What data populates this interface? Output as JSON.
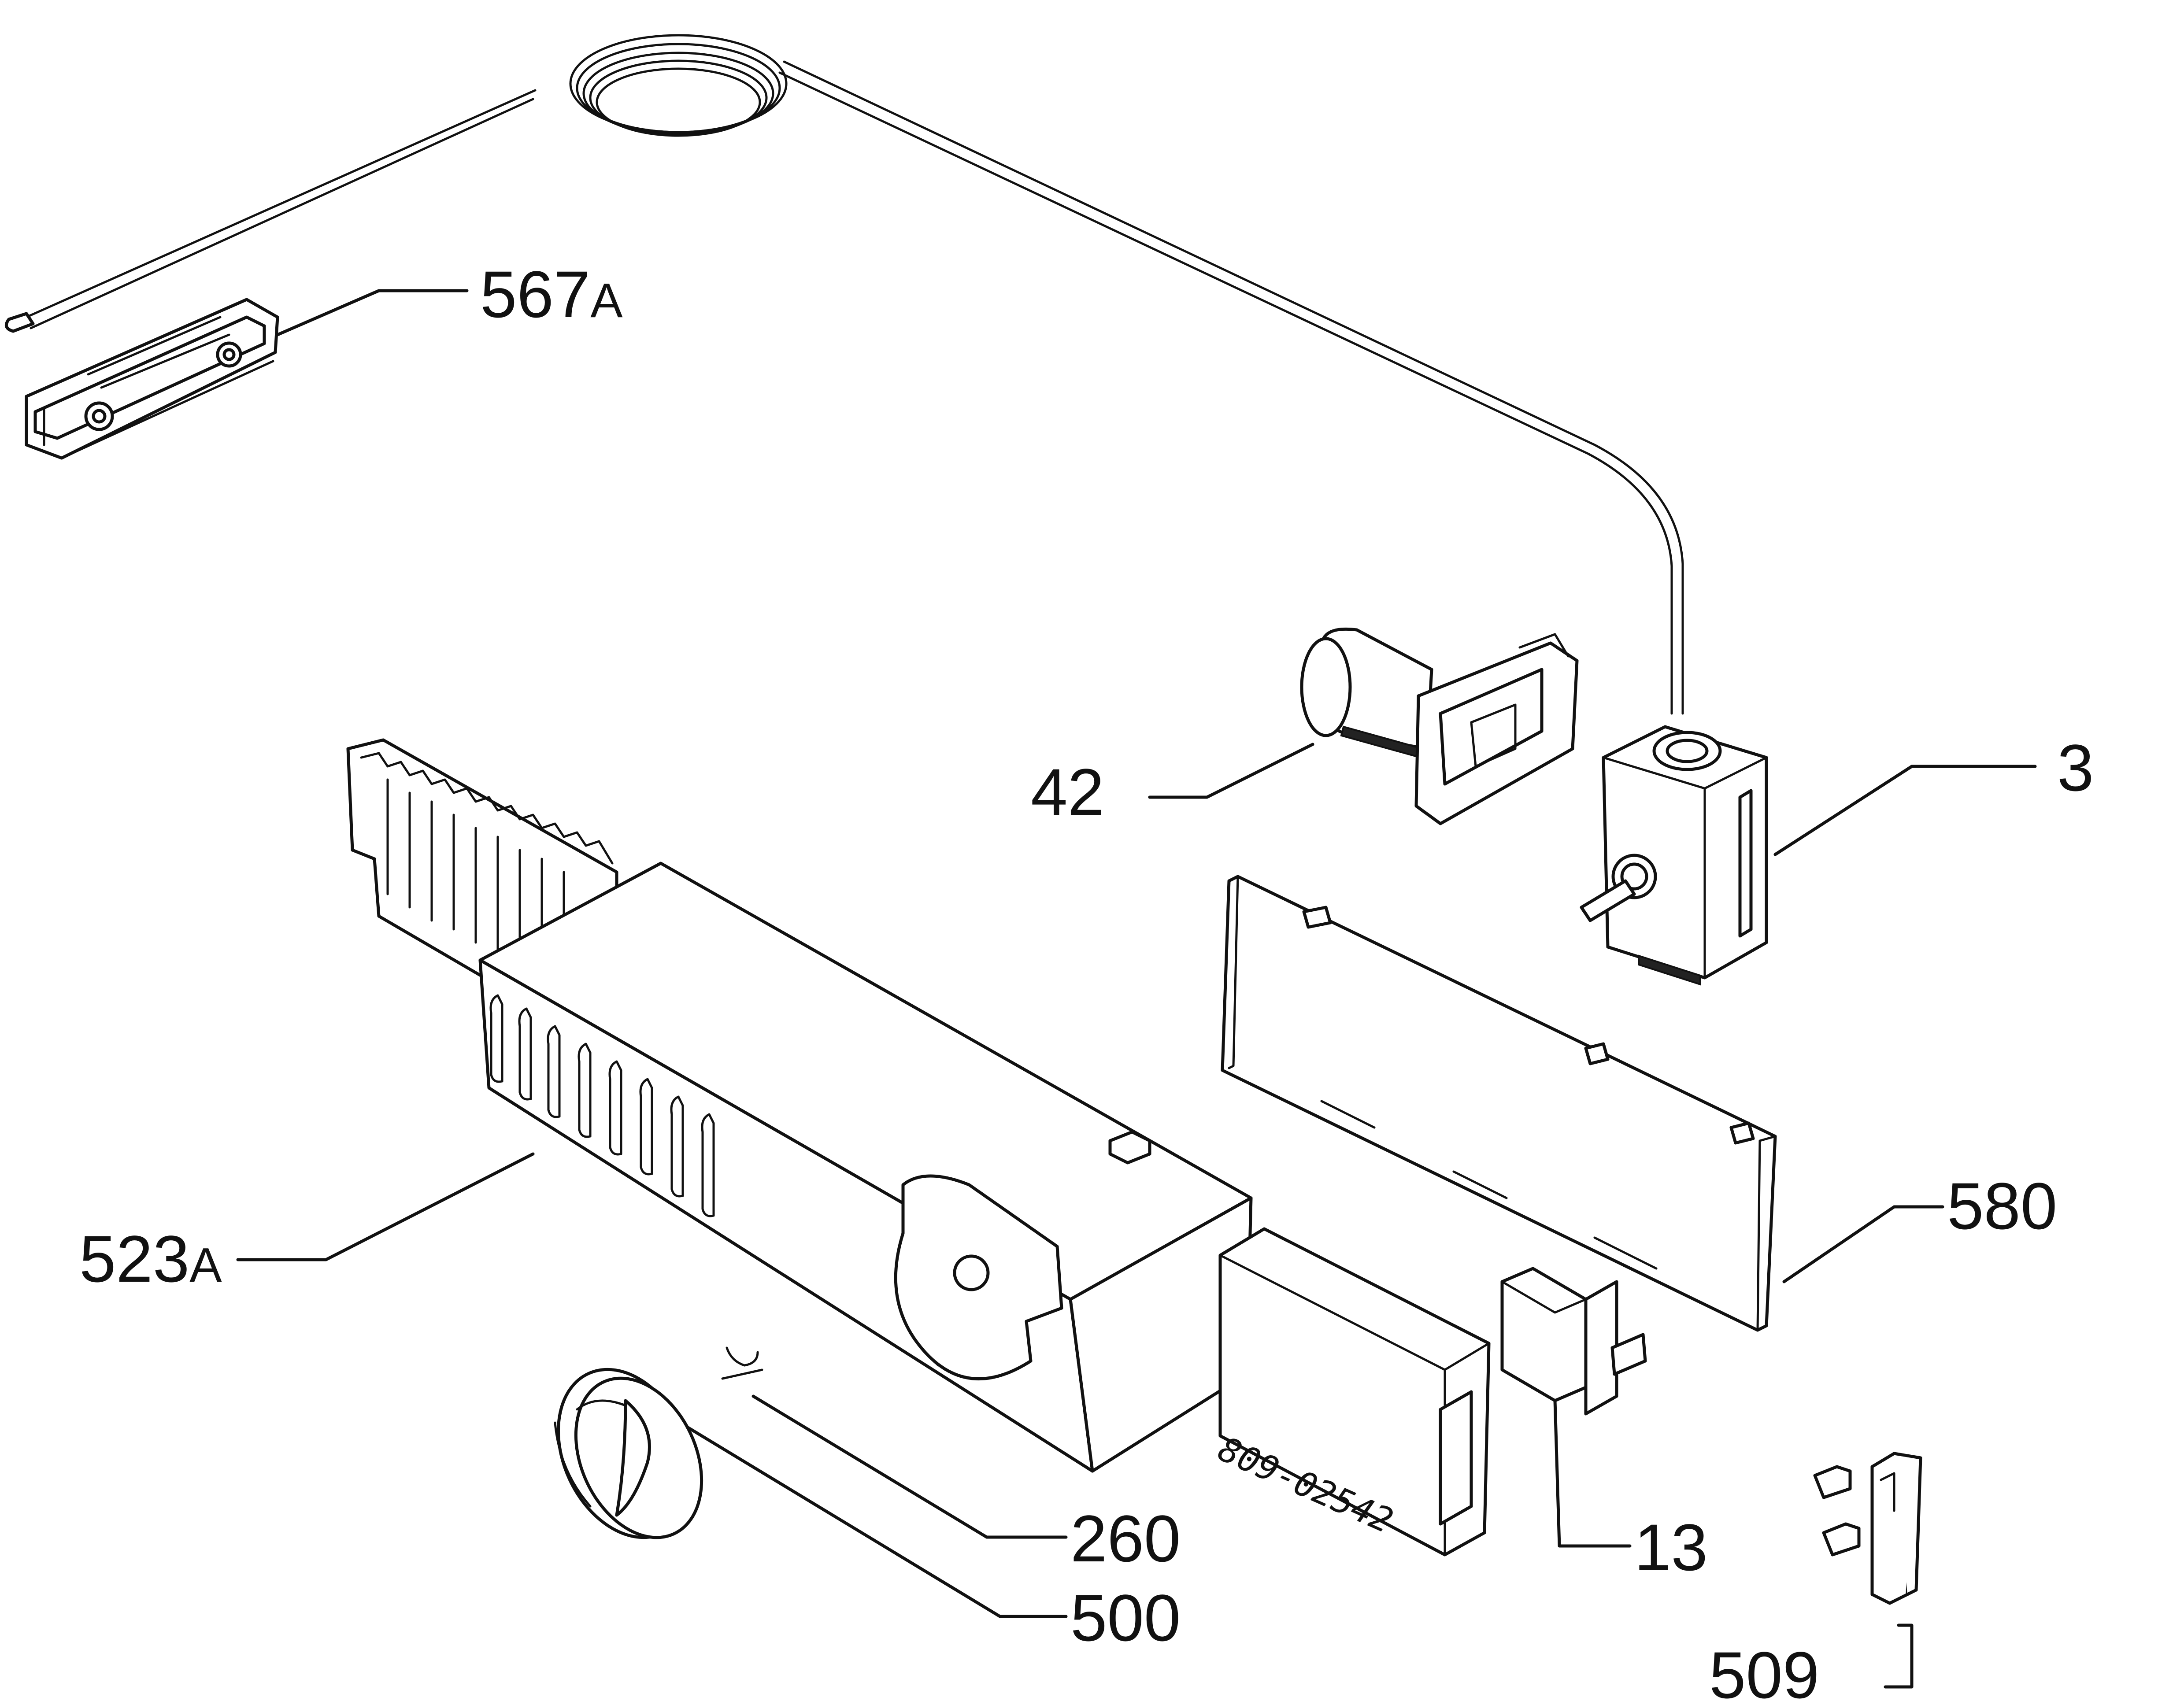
{
  "diagram": {
    "labels": {
      "p567": {
        "num": "567",
        "suffix": "A"
      },
      "p42": {
        "num": "42"
      },
      "p3": {
        "num": "3"
      },
      "p580": {
        "num": "580"
      },
      "p523": {
        "num": "523",
        "suffix": "A"
      },
      "p260": {
        "num": "260"
      },
      "p500": {
        "num": "500"
      },
      "p13": {
        "num": "13"
      },
      "p509": {
        "num": "509"
      }
    },
    "stamp": "809-02542"
  }
}
